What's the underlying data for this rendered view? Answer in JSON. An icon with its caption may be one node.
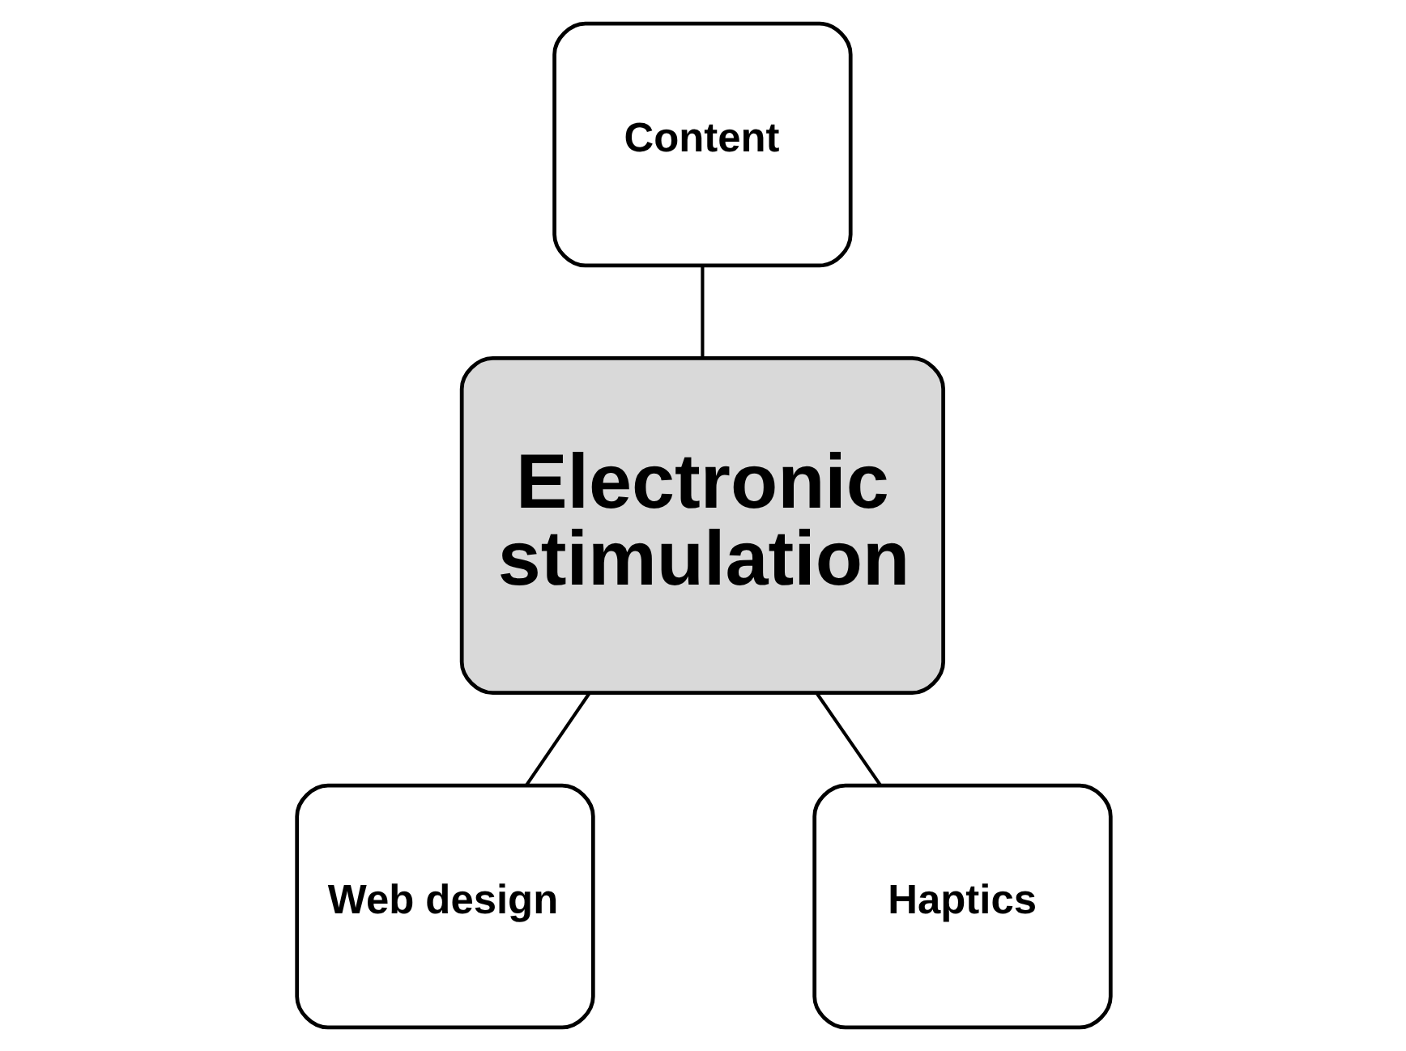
{
  "diagram": {
    "nodes": [
      {
        "text": [
          "Content"
        ]
      },
      {
        "text": [
          "Electronic stimulation"
        ]
      },
      {
        "text": [
          "Web design"
        ]
      },
      {
        "text": [
          "Haptics"
        ]
      }
    ],
    "edges": [
      {
        "from": 0,
        "to": 1,
        "arrow": "none"
      },
      {
        "from": 1,
        "to": 2,
        "arrow": "none"
      },
      {
        "from": 1,
        "to": 3,
        "arrow": "none"
      }
    ]
  }
}
